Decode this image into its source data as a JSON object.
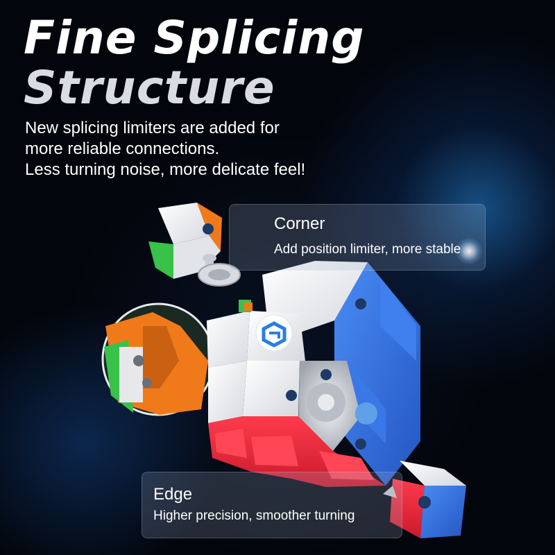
{
  "headline": {
    "line1": "Fine Splicing",
    "line2": "Structure"
  },
  "description": [
    "New splicing limiters are added for",
    "more reliable connections.",
    "Less turning noise, more delicate feel!"
  ],
  "callouts": {
    "corner": {
      "title": "Corner",
      "text": "Add position limiter, more stable"
    },
    "edge": {
      "title": "Edge",
      "text": "Higher precision, smoother turning"
    }
  },
  "colors": {
    "background": "#02050b",
    "cube_white": "#f2f2f4",
    "cube_red": "#e8283a",
    "cube_blue": "#2f6fe0",
    "cube_orange": "#f07a1a",
    "cube_green": "#38c24a",
    "magnet_blue": "#1d3a66"
  },
  "icons": [
    "cube-logo-icon",
    "magnet-icon"
  ]
}
